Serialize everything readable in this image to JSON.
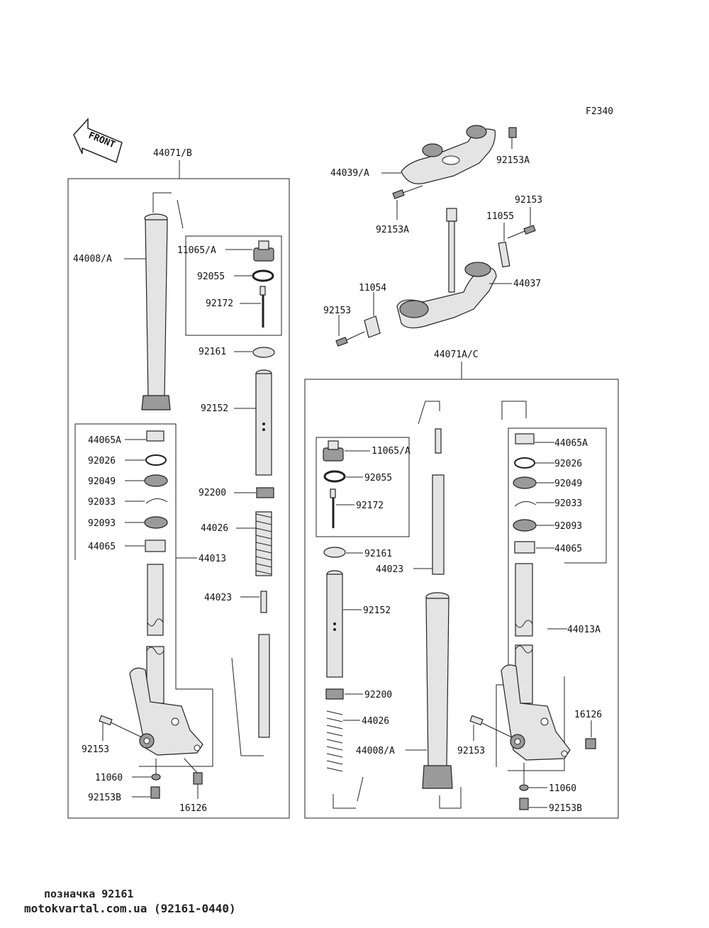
{
  "diagram": {
    "code": "F2340",
    "front_label": "FRONT",
    "left_group": {
      "assembly": "44071/B",
      "labels": {
        "44008A": "44008/A",
        "11065A": "11065/A",
        "92055": "92055",
        "92172": "92172",
        "92161": "92161",
        "92152": "92152",
        "44065A": "44065A",
        "92026": "92026",
        "92049": "92049",
        "92033": "92033",
        "92093": "92093",
        "44065": "44065",
        "44013": "44013",
        "92200": "92200",
        "44026": "44026",
        "44023": "44023",
        "92153": "92153",
        "11060": "11060",
        "92153B": "92153B",
        "16126": "16126"
      }
    },
    "clamps": {
      "labels": {
        "44039A": "44039/A",
        "92153A_top": "92153A",
        "92153A_bottom": "92153A",
        "92153_right": "92153",
        "11055": "11055",
        "44037": "44037",
        "11054": "11054",
        "92153_left": "92153"
      }
    },
    "right_group": {
      "assembly": "44071A/C",
      "labels": {
        "11065A": "11065/A",
        "92055": "92055",
        "92172": "92172",
        "92161": "92161",
        "44023": "44023",
        "92152": "92152",
        "92200": "92200",
        "44026": "44026",
        "44008A": "44008/A",
        "44065A": "44065A",
        "92026": "92026",
        "92049": "92049",
        "92033": "92033",
        "92093": "92093",
        "44065": "44065",
        "44013A": "44013A",
        "16126": "16126",
        "92153": "92153",
        "11060": "11060",
        "92153B": "92153B"
      }
    }
  },
  "footer": {
    "title": "позначка 92161",
    "site": "motokvartal.com.ua (92161-0440)"
  }
}
